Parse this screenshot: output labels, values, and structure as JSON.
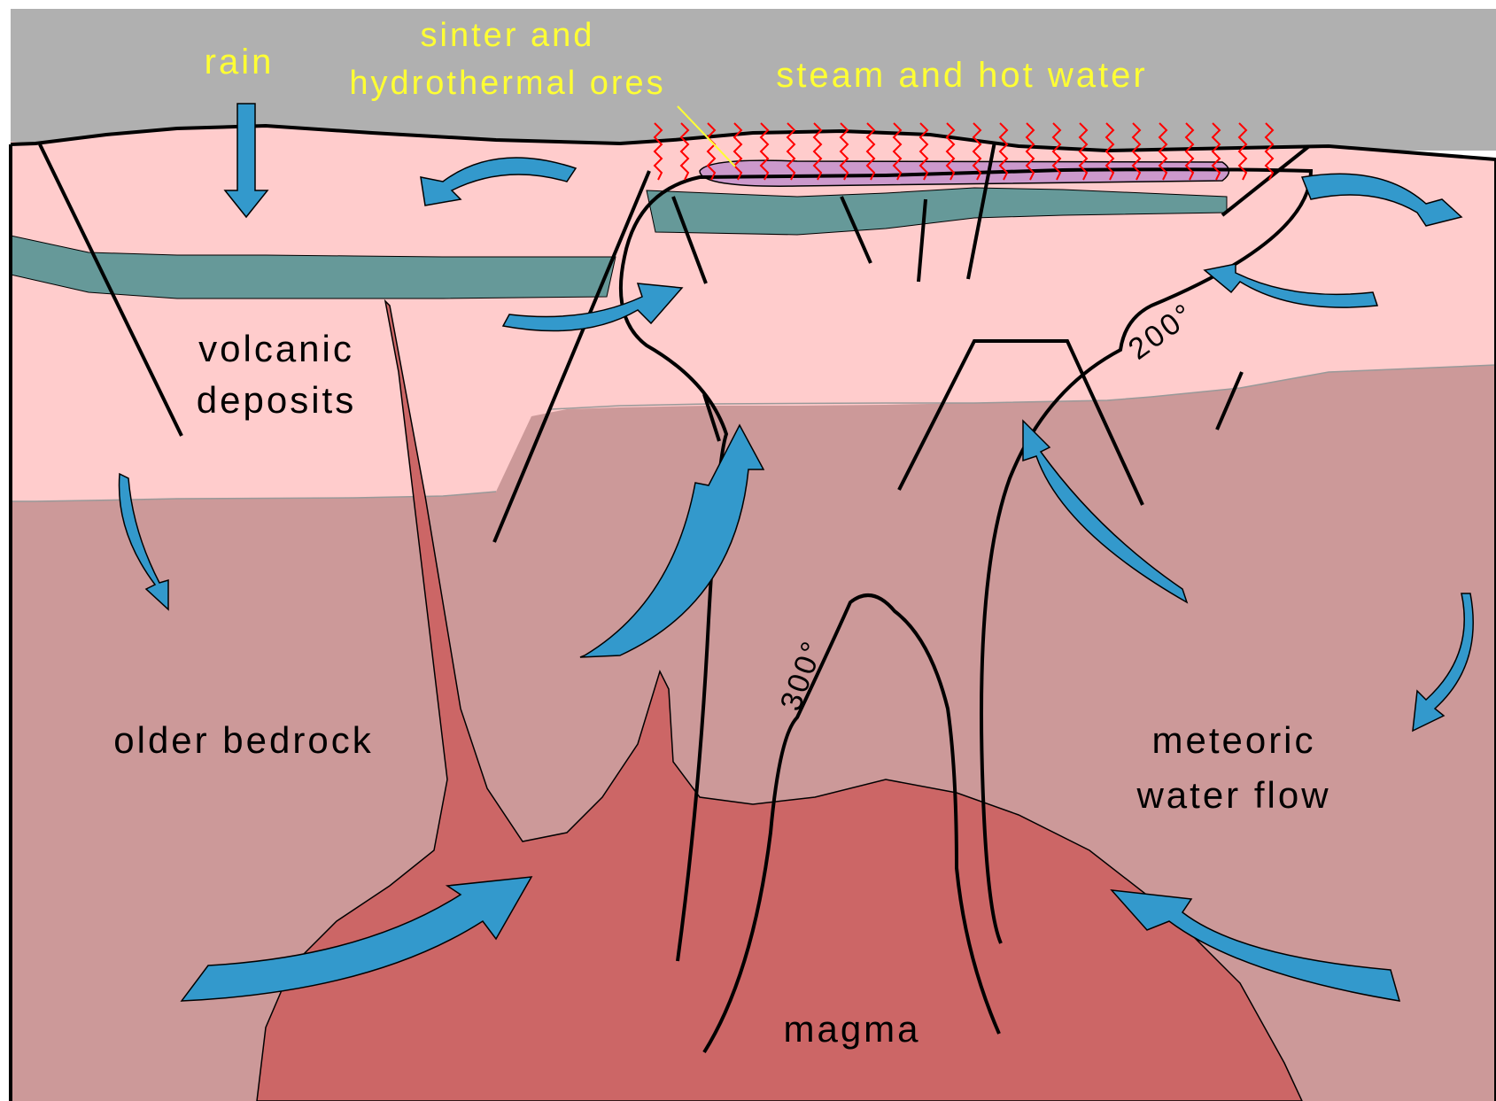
{
  "colors": {
    "sky": "#b0b0b0",
    "volcanic_deposits": "#ffcccc",
    "older_bedrock": "#cc9999",
    "magma": "#cc6666",
    "aquifer": "#669999",
    "ore_body": "#cc99cc",
    "water_arrow": "#3399cc",
    "steam": "#ff0000",
    "yellow_label": "#ffff33",
    "outline": "#000000"
  },
  "labels": {
    "rain": "rain",
    "sinter": "sinter and",
    "sinter_line2": "hydrothermal ores",
    "steam": "steam and hot water",
    "volcanic": "volcanic",
    "volcanic_line2": "deposits",
    "older_bedrock": "older bedrock",
    "meteoric": "meteoric",
    "meteoric_line2": "water flow",
    "magma": "magma",
    "isotherm_200": "200°",
    "isotherm_300": "300°"
  }
}
